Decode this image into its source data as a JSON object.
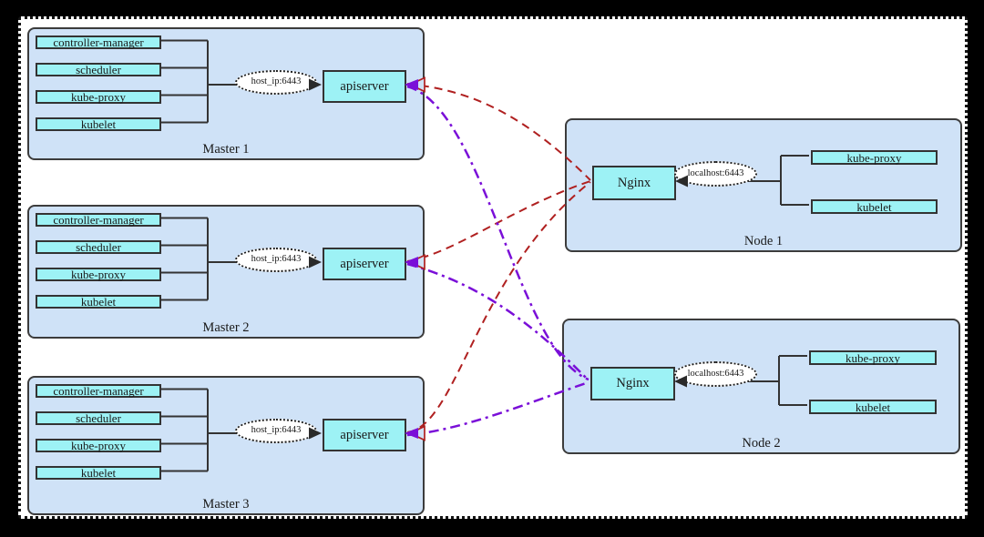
{
  "colors": {
    "container-fill": "#cfe2f7",
    "container-border": "#3c3c3c",
    "box-fill": "#9df2f5",
    "box-border": "#333333",
    "line": "#333333",
    "red-link": "#b02020",
    "purple-link": "#7a0fd8"
  },
  "masters": [
    {
      "label": "Master 1",
      "components": [
        "controller-manager",
        "scheduler",
        "kube-proxy",
        "kubelet"
      ],
      "endpoint": "host_ip:6443",
      "server": "apiserver"
    },
    {
      "label": "Master 2",
      "components": [
        "controller-manager",
        "scheduler",
        "kube-proxy",
        "kubelet"
      ],
      "endpoint": "host_ip:6443",
      "server": "apiserver"
    },
    {
      "label": "Master 3",
      "components": [
        "controller-manager",
        "scheduler",
        "kube-proxy",
        "kubelet"
      ],
      "endpoint": "host_ip:6443",
      "server": "apiserver"
    }
  ],
  "nodes": [
    {
      "label": "Node 1",
      "proxy": "Nginx",
      "endpoint": "localhost:6443",
      "components": [
        "kube-proxy",
        "kubelet"
      ]
    },
    {
      "label": "Node 2",
      "proxy": "Nginx",
      "endpoint": "localhost:6443",
      "components": [
        "kube-proxy",
        "kubelet"
      ]
    }
  ],
  "connections": [
    {
      "from": "Node 1 Nginx",
      "to": "Master 1 apiserver",
      "style": "red-dashed"
    },
    {
      "from": "Node 1 Nginx",
      "to": "Master 2 apiserver",
      "style": "red-dashed"
    },
    {
      "from": "Node 1 Nginx",
      "to": "Master 3 apiserver",
      "style": "red-dashed"
    },
    {
      "from": "Node 2 Nginx",
      "to": "Master 1 apiserver",
      "style": "purple-dash-dot"
    },
    {
      "from": "Node 2 Nginx",
      "to": "Master 2 apiserver",
      "style": "purple-dash-dot"
    },
    {
      "from": "Node 2 Nginx",
      "to": "Master 3 apiserver",
      "style": "purple-dash-dot"
    }
  ]
}
